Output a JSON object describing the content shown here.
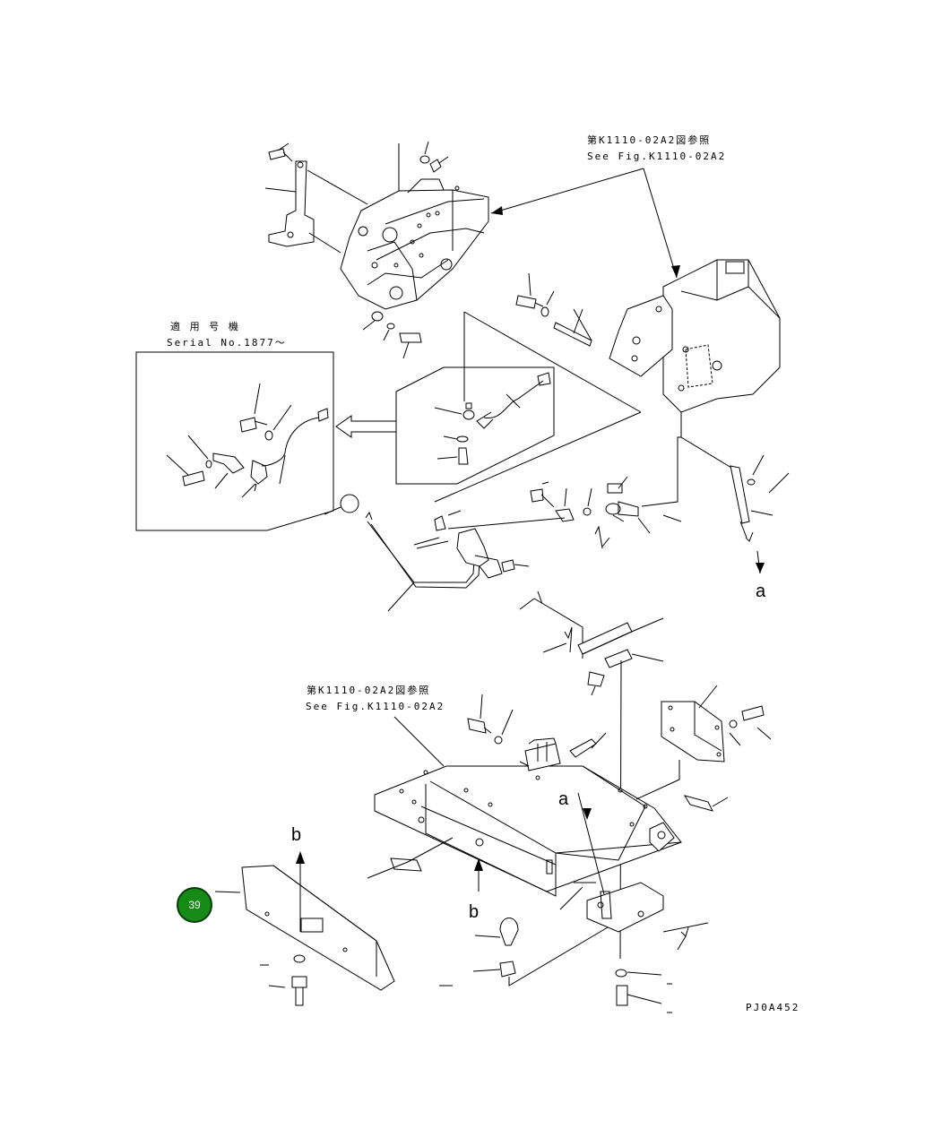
{
  "labels": {
    "ref_top_jp": "第K1110-02A2図参照",
    "ref_top_en": "See Fig.K1110-02A2",
    "ref_mid_jp": "第K1110-02A2図参照",
    "ref_mid_en": "See Fig.K1110-02A2",
    "serial_jp": "適 用 号 機",
    "serial_en": "Serial No.1877～",
    "marker_a_upper": "a",
    "marker_a_lower": "a",
    "marker_b_upper": "b",
    "marker_b_lower": "b",
    "drawing_code": "PJ0A452"
  },
  "callouts": [
    {
      "number": "39",
      "color": "#158a15"
    }
  ]
}
